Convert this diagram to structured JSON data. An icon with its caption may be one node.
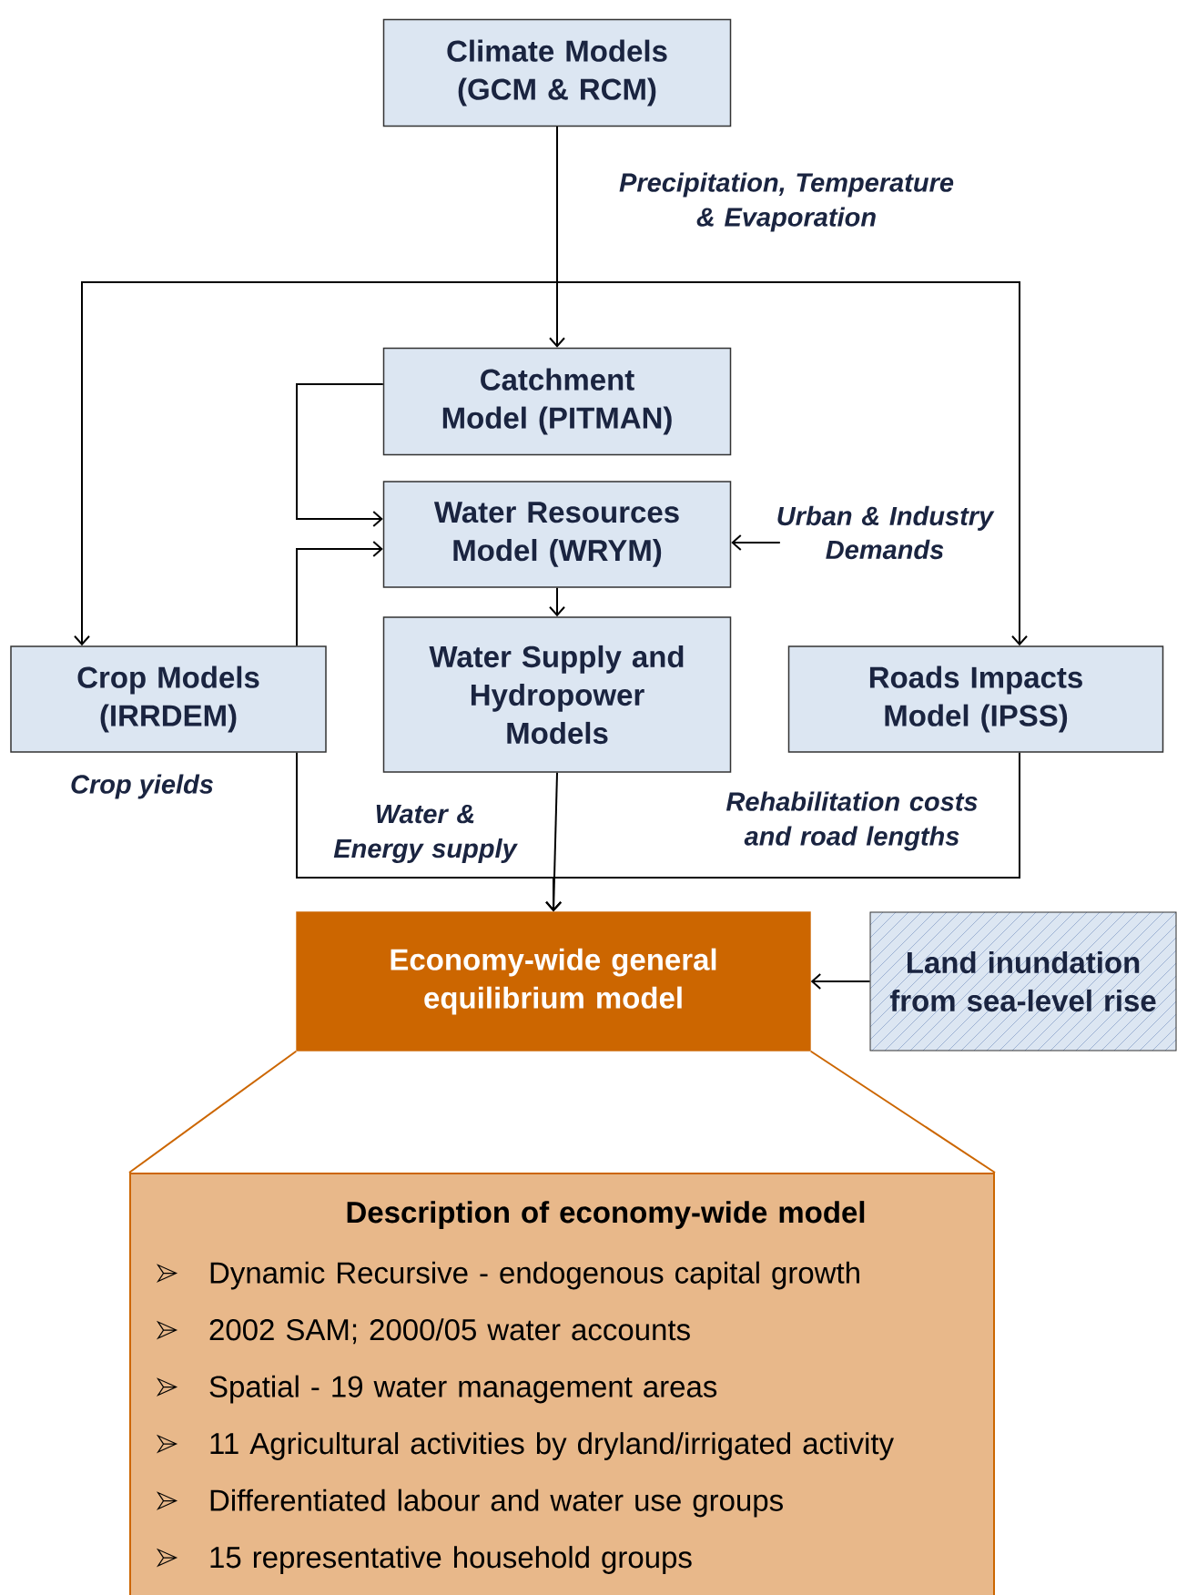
{
  "diagram": {
    "nodes": [
      {
        "text": [
          "Climate Models (GCM & RCM)"
        ]
      },
      {
        "text": [
          "Catchment Model (PITMAN)"
        ]
      },
      {
        "text": [
          "Water Resources Model (WRYM)"
        ]
      },
      {
        "text": [
          "Urban & Industry Demands"
        ]
      },
      {
        "text": [
          "Crop Models (IRRDEM)"
        ]
      },
      {
        "text": [
          "Water Supply and Hydropower Models"
        ]
      },
      {
        "text": [
          "Roads Impacts Model (IPSS)"
        ]
      },
      {
        "text": [
          "Economy-wide general equilibrium model"
        ]
      },
      {
        "text": [
          "Land inundation from sea-level rise"
        ]
      },
      {
        "text": [
          "Description of economy-wide model",
          "Dynamic Recursive - endogenous capital growth",
          "2002 SAM; 2000/05 water accounts",
          "Spatial - 19 water management areas",
          "11 Agricultural activities by dryland/irrigated activity",
          "Differentiated labour and water use groups",
          "15 representative household groups"
        ]
      }
    ],
    "edges": [
      {
        "from": 0,
        "to": 1,
        "arrow": "to",
        "label": "Precipitation, Temperature & Evaporation"
      },
      {
        "from": 0,
        "to": 4,
        "arrow": "to"
      },
      {
        "from": 0,
        "to": 6,
        "arrow": "to"
      },
      {
        "from": 1,
        "to": 2,
        "arrow": "to"
      },
      {
        "from": 4,
        "to": 2,
        "arrow": "to"
      },
      {
        "from": 3,
        "to": 2,
        "arrow": "to"
      },
      {
        "from": 2,
        "to": 5,
        "arrow": "to"
      },
      {
        "from": 5,
        "to": 7,
        "arrow": "to",
        "label": "Water & Energy supply"
      },
      {
        "from": 4,
        "to": 7,
        "arrow": "to",
        "label": "Crop yields"
      },
      {
        "from": 6,
        "to": 7,
        "arrow": "to",
        "label": "Rehabilitation costs and road lengths"
      },
      {
        "from": 8,
        "to": 7,
        "arrow": "to"
      },
      {
        "from": 7,
        "to": 9,
        "arrow": "none",
        "color": "#cc6600"
      }
    ]
  }
}
